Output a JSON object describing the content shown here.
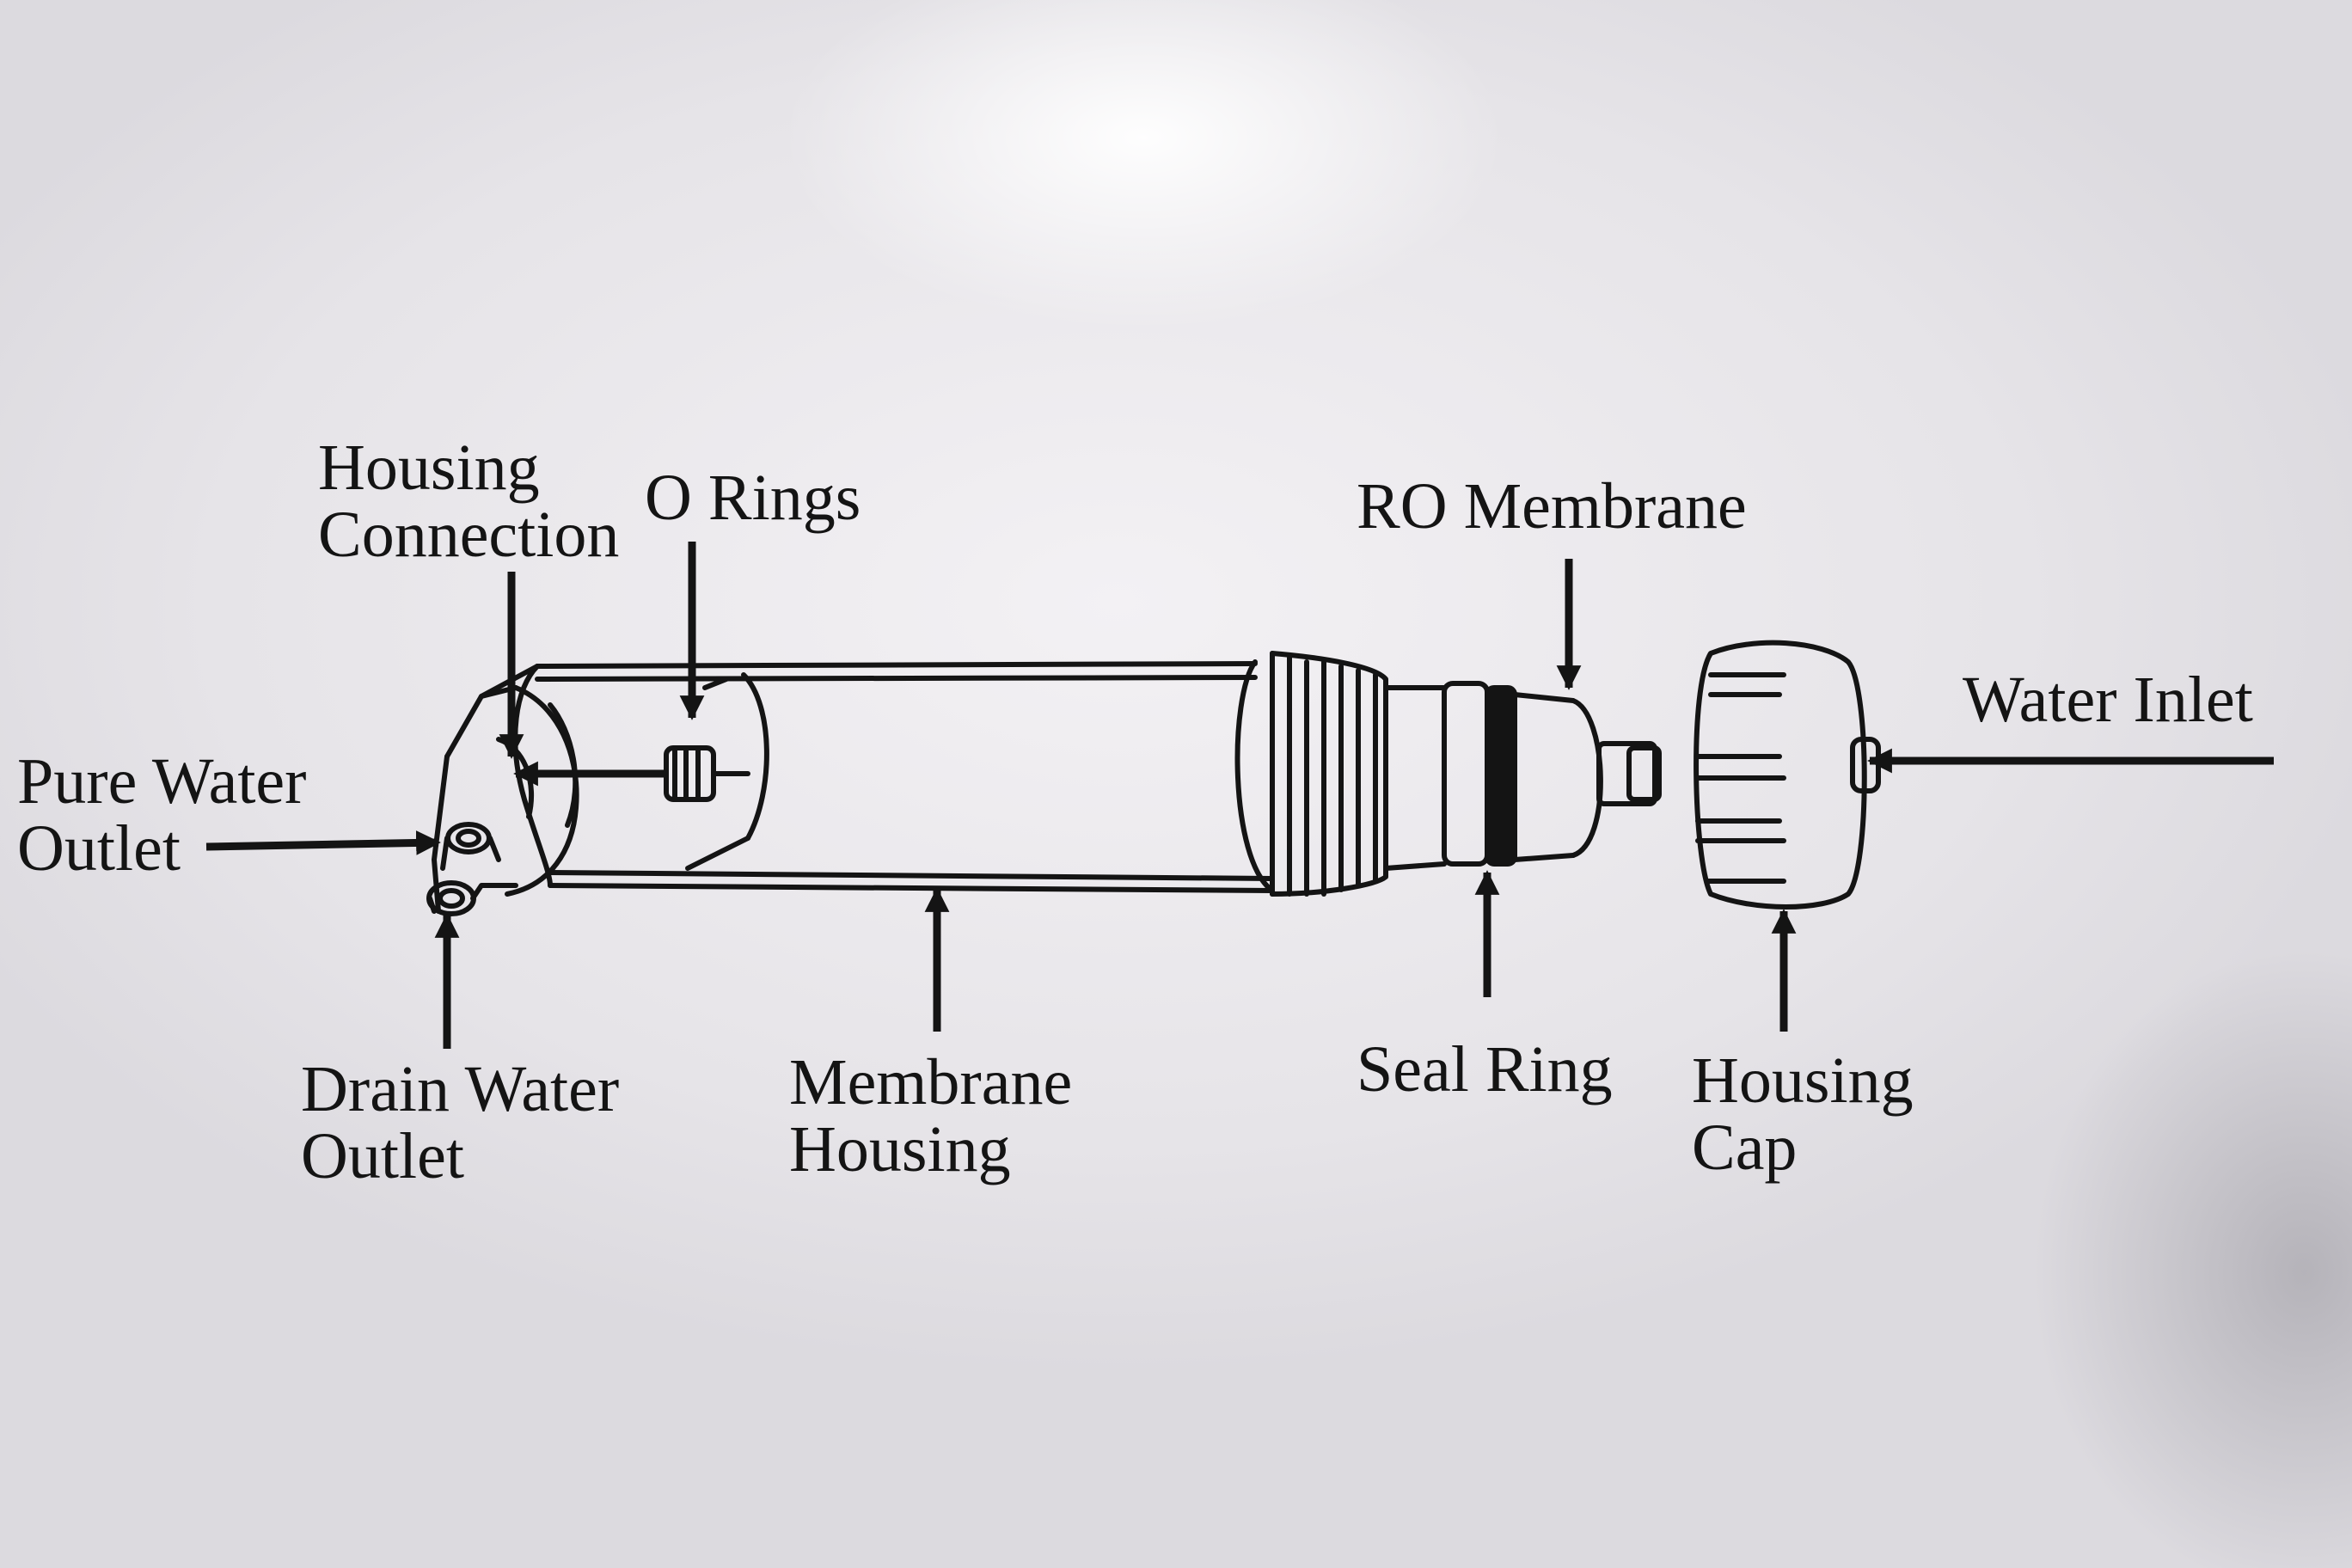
{
  "labels": {
    "housing_connection": [
      "Housing",
      "Connection"
    ],
    "o_rings": "O Rings",
    "ro_membrane": "RO Membrane",
    "water_inlet": "Water Inlet",
    "pure_water_outlet": [
      "Pure Water",
      "Outlet"
    ],
    "drain_water_outlet": [
      "Drain Water",
      "Outlet"
    ],
    "membrane_housing": [
      "Membrane",
      "Housing"
    ],
    "seal_ring": "Seal Ring",
    "housing_cap": [
      "Housing",
      "Cap"
    ]
  },
  "colors": {
    "ink": "#141414",
    "paper": "#e9e7ea"
  }
}
